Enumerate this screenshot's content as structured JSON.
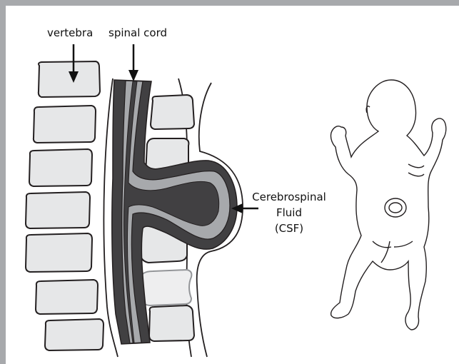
{
  "labels": {
    "vertebra": "vertebra",
    "spinal_cord": "spinal cord",
    "csf_line1": "Cerebrospinal",
    "csf_line2": "Fluid",
    "csf_line3": "(CSF)"
  },
  "colors": {
    "frame": "#a7a9ac",
    "bone_fill": "#e6e7e8",
    "cord_outer": "#414042",
    "cord_inner": "#a7a9ac",
    "outline": "#231f20"
  }
}
